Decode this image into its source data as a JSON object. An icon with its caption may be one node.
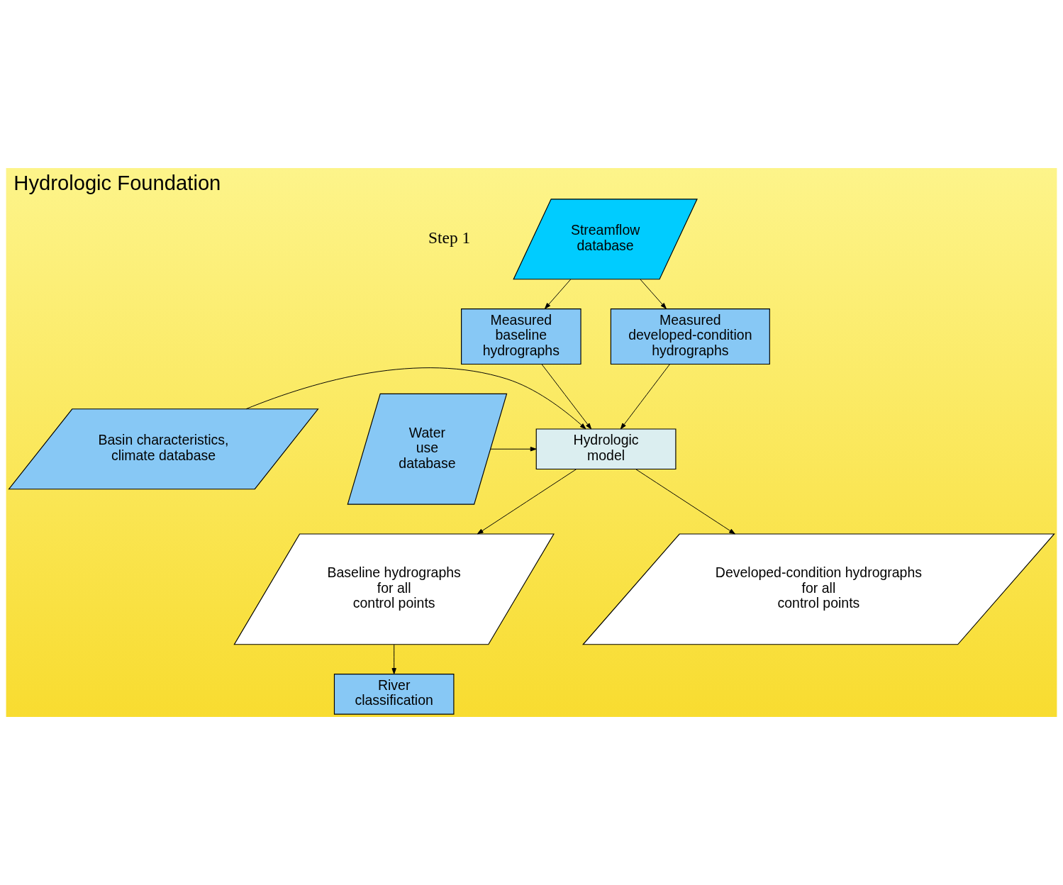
{
  "diagram": {
    "title": "Hydrologic Foundation",
    "nodes": [
      {
        "text": [
          "Streamflow database"
        ]
      },
      {
        "text": [
          "Measured baseline hydrographs"
        ]
      },
      {
        "text": [
          "Measured developed-condition hydrographs"
        ]
      },
      {
        "text": [
          "Basin characteristics, climate database"
        ]
      },
      {
        "text": [
          "Hydrologic model"
        ]
      },
      {
        "text": [
          "Water use database"
        ]
      },
      {
        "text": [
          "Baseline hydrographs for all control points"
        ]
      },
      {
        "text": [
          "Developed-condition hydrographs for all control points"
        ]
      },
      {
        "text": [
          "River classification"
        ]
      }
    ],
    "edges": [
      {
        "from": 0,
        "to": 1,
        "arrow": "to"
      },
      {
        "from": 0,
        "to": 2,
        "arrow": "to"
      },
      {
        "from": 1,
        "to": 4,
        "arrow": "to"
      },
      {
        "from": 2,
        "to": 4,
        "arrow": "to"
      },
      {
        "from": 3,
        "to": 4,
        "arrow": "to"
      },
      {
        "from": 5,
        "to": 4,
        "arrow": "to"
      },
      {
        "from": 4,
        "to": 6,
        "arrow": "to"
      },
      {
        "from": 4,
        "to": 7,
        "arrow": "to"
      },
      {
        "from": 6,
        "to": 8,
        "arrow": "to"
      }
    ],
    "labels": [
      "Step 1"
    ]
  }
}
